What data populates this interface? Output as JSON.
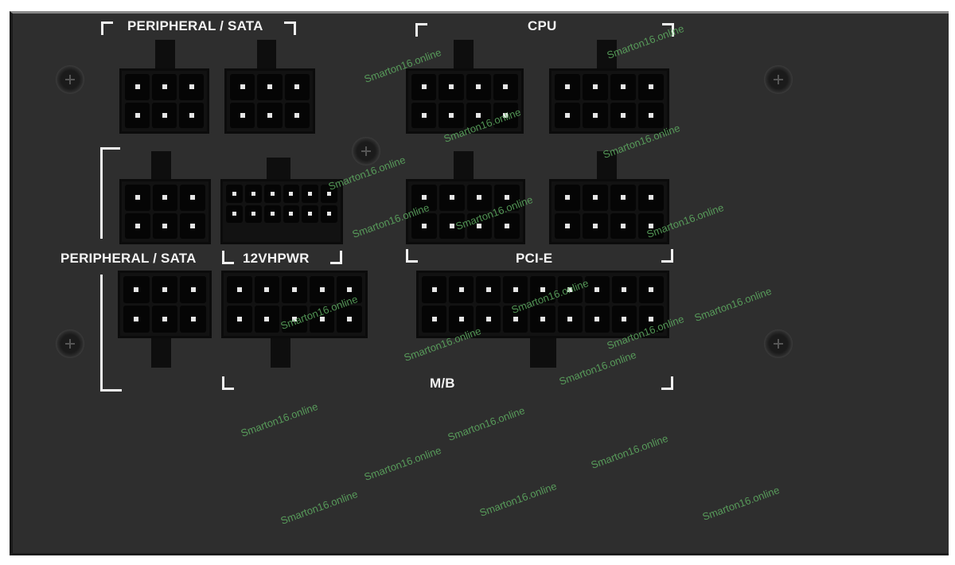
{
  "labels": {
    "peripheral_sata_top": "PERIPHERAL / SATA",
    "cpu": "CPU",
    "peripheral_sata_mid": "PERIPHERAL / SATA",
    "vhpwr": "12VHPWR",
    "pcie": "PCI-E",
    "mb": "M/B"
  },
  "watermark": "Smarton16.online",
  "colors": {
    "panel": "#2e2e2e",
    "label": "#f2f2f2",
    "watermark": "#5fae62"
  }
}
